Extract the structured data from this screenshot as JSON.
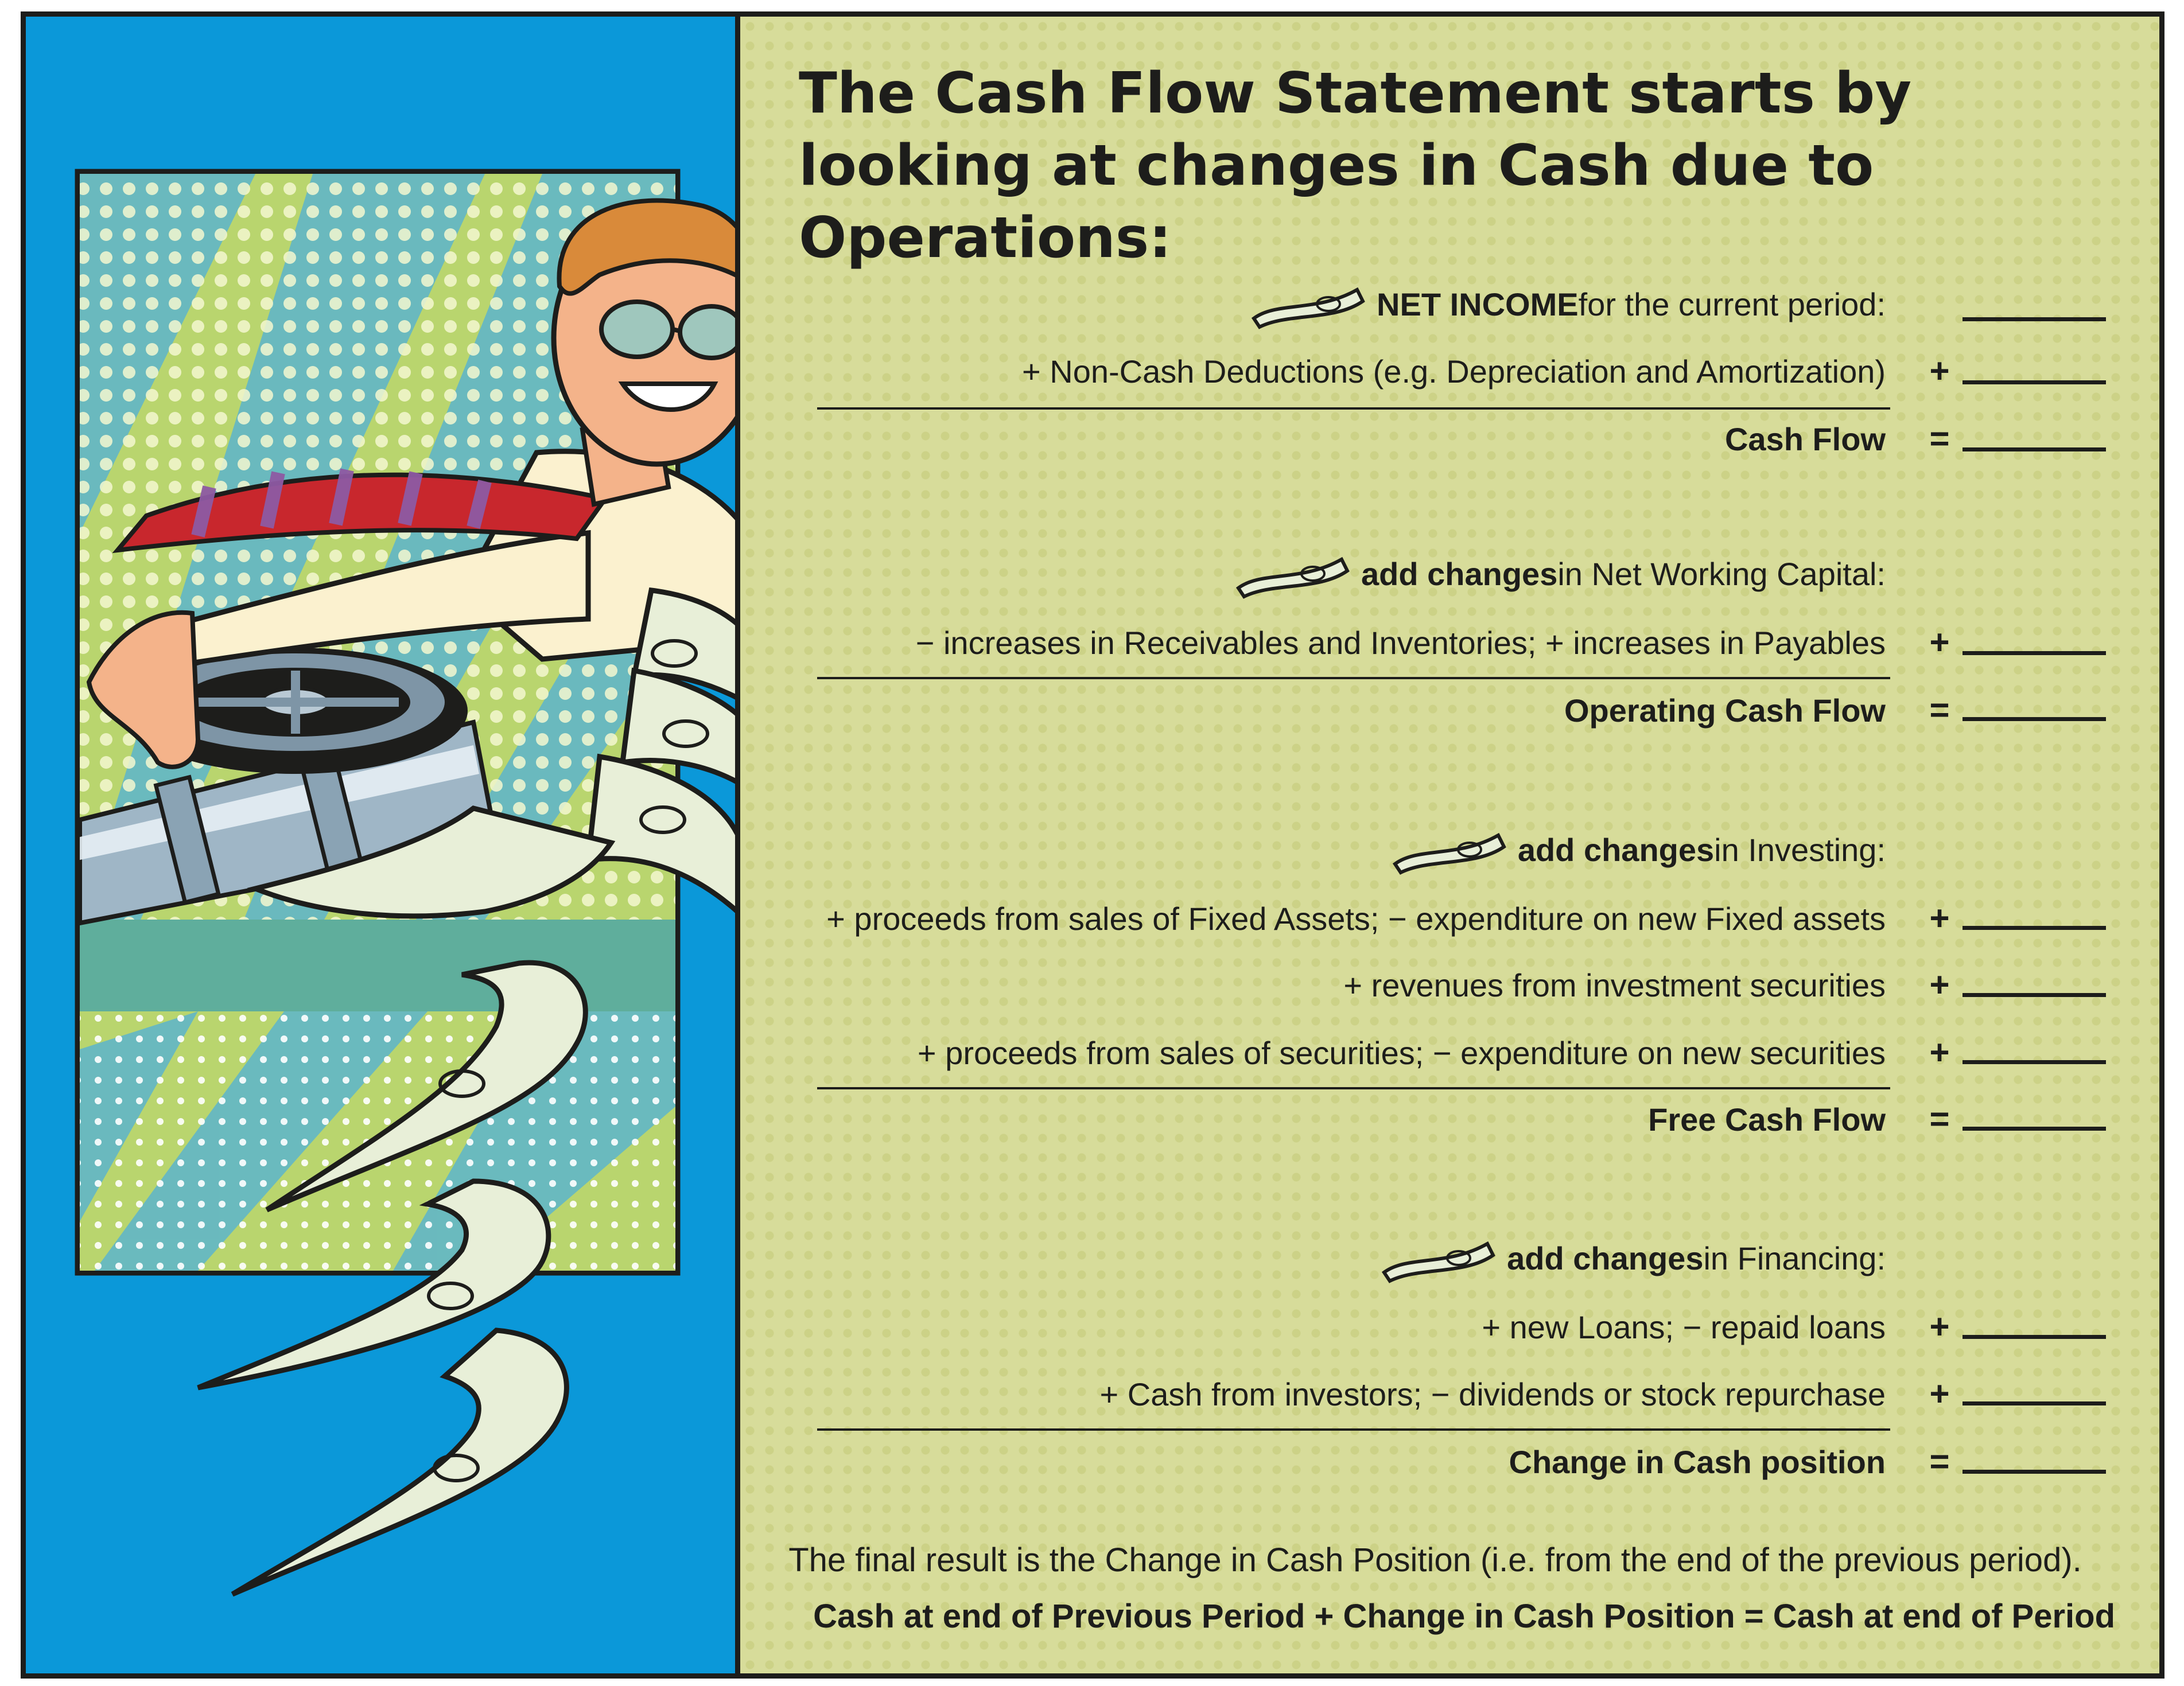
{
  "title": "The Cash Flow Statement starts by looking at changes in Cash due to Operations:",
  "section_operations": {
    "net_income_bold": "NET INCOME",
    "net_income_rest": " for the current period:",
    "non_cash": "+ Non-Cash Deductions (e.g. Depreciation and Amortization)",
    "non_cash_op": "+",
    "cash_flow_label": "Cash Flow",
    "cash_flow_op": "="
  },
  "section_working_capital": {
    "heading_bold": "add changes",
    "heading_rest": " in Net Working Capital:",
    "line": "− increases in Receivables and Inventories;  + increases in Payables",
    "line_op": "+",
    "total_label": "Operating Cash Flow",
    "total_op": "="
  },
  "section_investing": {
    "heading_bold": "add changes",
    "heading_rest": " in Investing:",
    "line1": "+ proceeds from sales of Fixed Assets;  − expenditure on new Fixed assets",
    "line1_op": "+",
    "line2": "+ revenues from investment securities",
    "line2_op": "+",
    "line3": "+ proceeds from sales of securities;  − expenditure on new securities",
    "line3_op": "+",
    "total_label": "Free Cash Flow",
    "total_op": "="
  },
  "section_financing": {
    "heading_bold": "add changes",
    "heading_rest": " in Financing:",
    "line1": "+ new Loans; − repaid loans",
    "line1_op": "+",
    "line2": "+ Cash from investors; − dividends or stock repurchase",
    "line2_op": "+",
    "total_label": "Change in Cash position",
    "total_op": "="
  },
  "footer": {
    "note": "The final result is the Change in Cash Position (i.e. from the end of the previous period).",
    "formula": "Cash at end of Previous Period + Change in Cash Position = Cash at end of Period"
  },
  "colors": {
    "left_panel": "#0b98d9",
    "right_panel": "#d7dc9a",
    "ink": "#1d1d1b",
    "tie_red": "#c8272d",
    "tie_purple": "#8e5aa3",
    "bill_green": "#e8efd8"
  },
  "icons": {
    "bill": "dollar-bill-icon",
    "illustration": "businessman-cash-valve-illustration"
  }
}
